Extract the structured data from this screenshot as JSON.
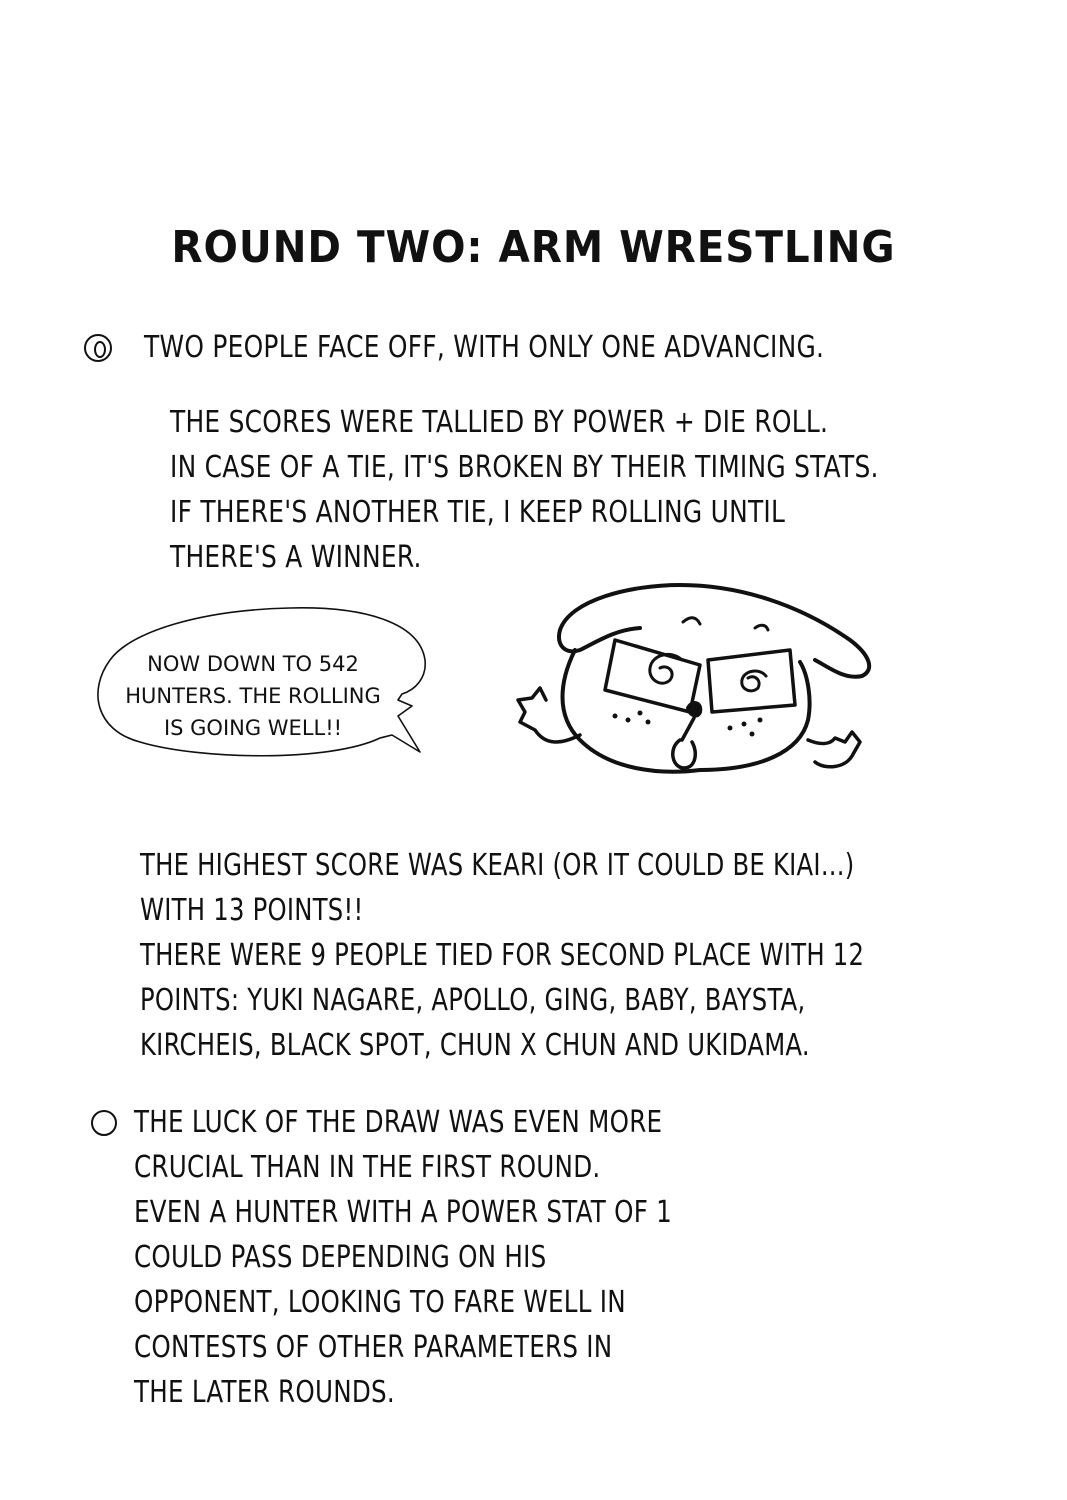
{
  "page_title": "ROUND TWO: ARM WRESTLING",
  "section_1": {
    "bullet_line": "TWO PEOPLE FACE OFF, WITH ONLY ONE ADVANCING.",
    "rules": [
      "THE SCORES WERE TALLIED BY POWER + DIE ROLL.",
      "IN CASE OF A TIE, IT'S BROKEN BY THEIR TIMING STATS.",
      "IF THERE'S ANOTHER TIE, I KEEP ROLLING UNTIL",
      "THERE'S A WINNER."
    ]
  },
  "speech_bubble": {
    "lines": [
      "NOW DOWN TO 542",
      "HUNTERS. THE ROLLING",
      "IS GOING WELL!!"
    ]
  },
  "results": {
    "lines": [
      "THE HIGHEST SCORE WAS KEARI (OR IT COULD BE KIAI...)",
      "WITH 13 POINTS!!",
      "THERE WERE 9 PEOPLE TIED FOR SECOND PLACE WITH 12",
      "POINTS: YUKI NAGARE, APOLLO, GING, BABY, BAYSTA,",
      "KIRCHEIS, BLACK SPOT, CHUN X CHUN AND UKIDAMA."
    ]
  },
  "section_2": {
    "lines": [
      "THE LUCK OF THE DRAW WAS EVEN MORE",
      "CRUCIAL THAN IN THE FIRST ROUND.",
      "EVEN A HUNTER WITH A POWER STAT OF 1",
      "COULD PASS DEPENDING ON HIS",
      "OPPONENT, LOOKING TO FARE WELL IN",
      "CONTESTS OF OTHER PARAMETERS IN",
      "THE LATER ROUNDS."
    ]
  },
  "icons": {
    "bullet_1": "circled-zero-bullet-icon",
    "bullet_2": "circle-bullet-icon",
    "mascot": "dog-mascot-doodle",
    "bubble": "speech-bubble-icon"
  }
}
